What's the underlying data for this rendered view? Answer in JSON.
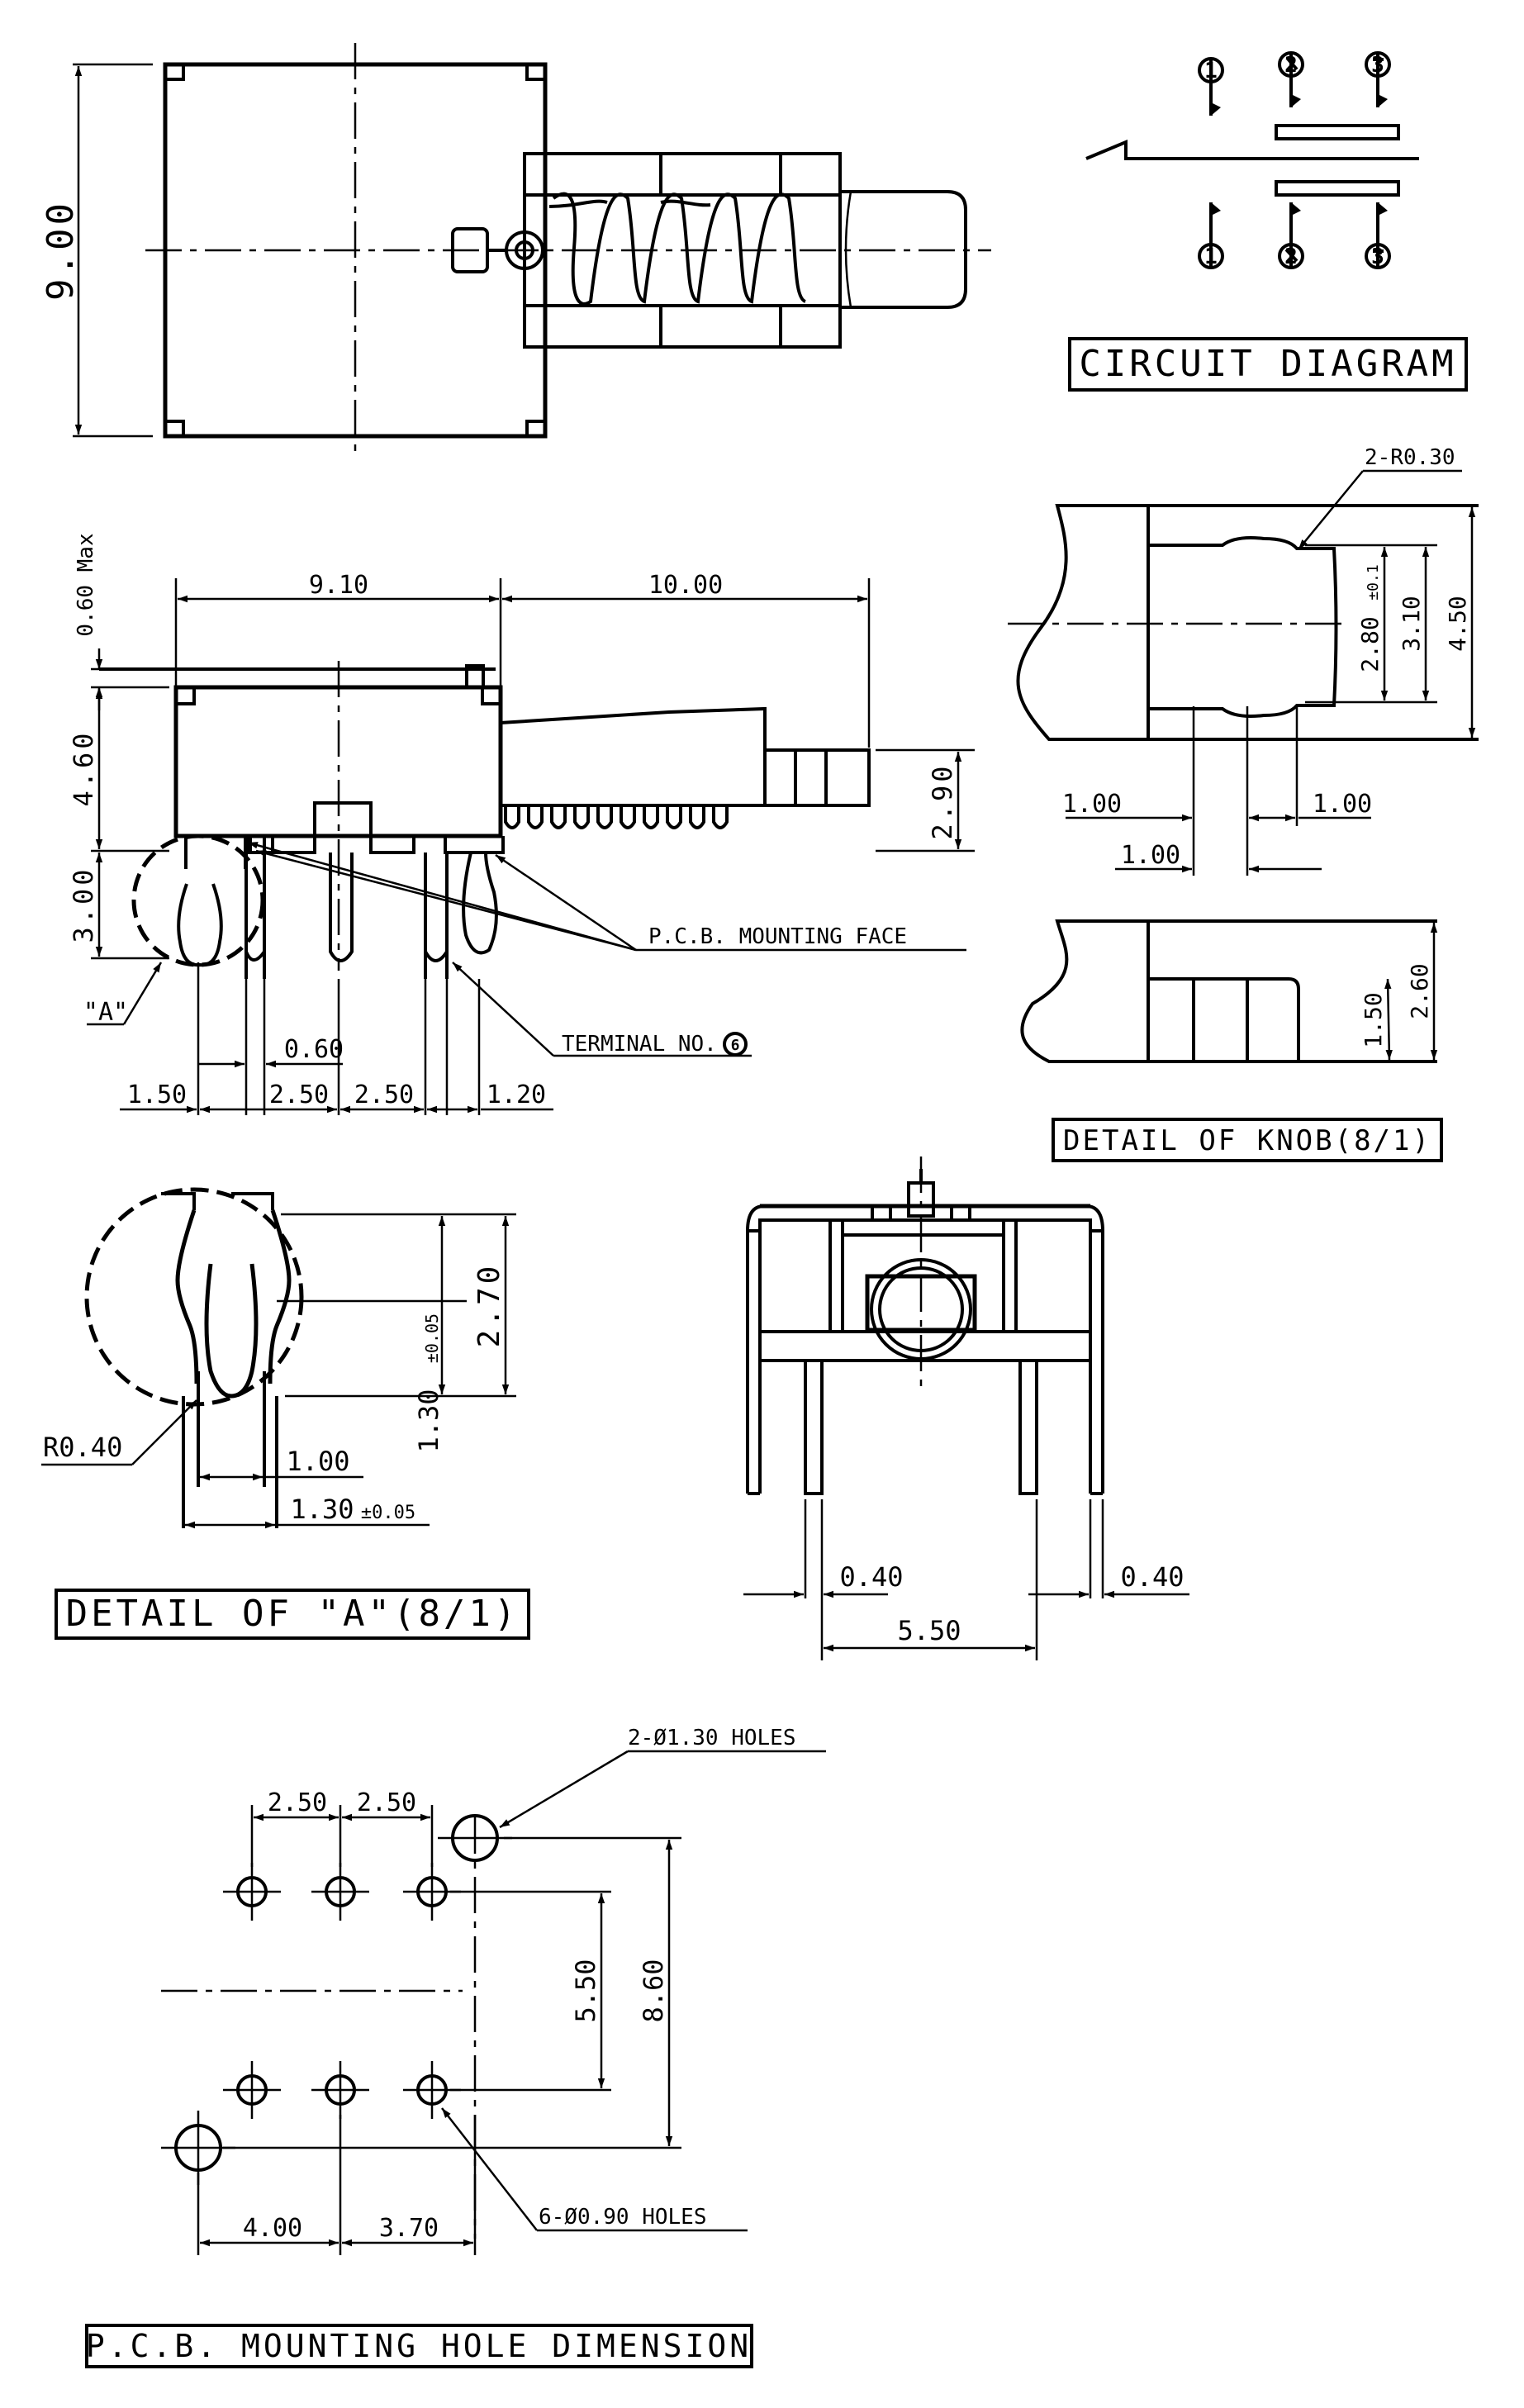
{
  "titles": {
    "circuit": "CIRCUIT DIAGRAM",
    "knob": "DETAIL OF KNOB(8/1)",
    "detail_a": "DETAIL OF \"A\"(8/1)",
    "pcb": "P.C.B. MOUNTING HOLE DIMENSION"
  },
  "circuit_pins": [
    "1",
    "2",
    "3"
  ],
  "top_view": {
    "height": "9.00"
  },
  "side_view": {
    "over_max": "0.60 Max",
    "height_body": "4.60",
    "height_pins": "3.00",
    "width_body": "9.10",
    "width_knob": "10.00",
    "knob_height": "2.90",
    "pin_offset": "0.60",
    "pitch_left": "1.50",
    "pitch_a": "2.50",
    "pitch_b": "2.50",
    "pitch_right": "1.20",
    "mounting_face": "P.C.B. MOUNTING FACE",
    "terminal": "TERMINAL NO.",
    "terminal_no": "6",
    "detail_ref": "\"A\""
  },
  "knob_detail": {
    "radius": "2-R0.30",
    "inner": "2.80",
    "inner_tol": "±0.1",
    "mid": "3.10",
    "outer": "4.50",
    "gap_left": "1.00",
    "gap_right": "1.00",
    "width": "1.00",
    "side_small": "1.50",
    "side_big": "2.60"
  },
  "detail_a": {
    "radius": "R0.40",
    "height": "2.70",
    "inner": "1.30",
    "inner_tol": "±0.05",
    "width_in": "1.00",
    "width_out": "1.30",
    "width_out_tol": "±0.05"
  },
  "front_view": {
    "pin_left": "0.40",
    "pin_right": "0.40",
    "span": "5.50"
  },
  "pcb": {
    "big_holes": "2-Ø1.30 HOLES",
    "small_holes": "6-Ø0.90 HOLES",
    "pitch_a": "2.50",
    "pitch_b": "2.50",
    "row_gap": "5.50",
    "big_gap": "8.60",
    "bottom_a": "4.00",
    "bottom_b": "3.70"
  }
}
